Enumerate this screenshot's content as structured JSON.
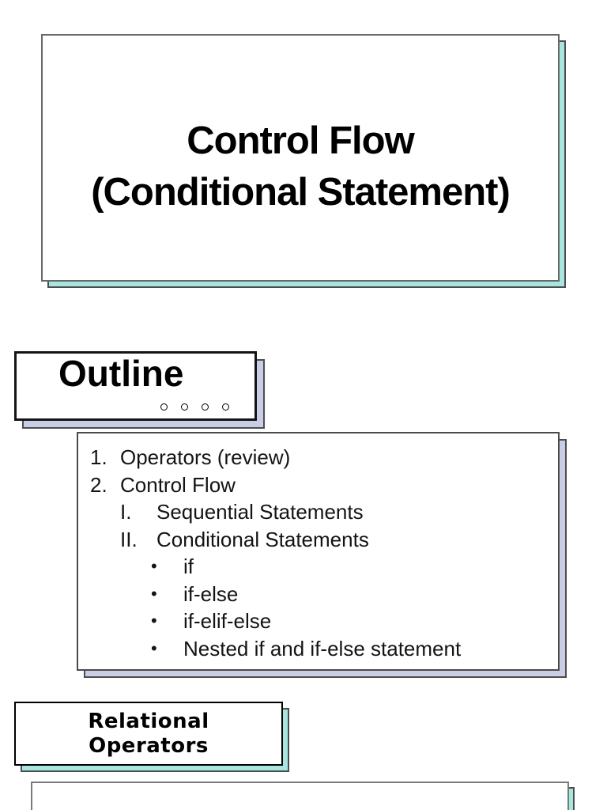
{
  "title_slide": {
    "line1": "Control Flow",
    "line2": "(Conditional Statement)"
  },
  "outline_header": {
    "title": "Outline",
    "decoration_circle_count": 4
  },
  "outline_content": {
    "items": [
      {
        "marker": "1.",
        "text": "Operators (review)",
        "level": 1
      },
      {
        "marker": "2.",
        "text": "Control Flow",
        "level": 1
      },
      {
        "marker": "I.",
        "text": "Sequential Statements",
        "level": 2
      },
      {
        "marker": "II.",
        "text": "Conditional Statements",
        "level": 2
      },
      {
        "marker": "•",
        "text": "if",
        "level": 3
      },
      {
        "marker": "•",
        "text": "if-else",
        "level": 3
      },
      {
        "marker": "•",
        "text": "if-elif-else",
        "level": 3
      },
      {
        "marker": "•",
        "text": "Nested if and if-else statement",
        "level": 3
      }
    ]
  },
  "relational_header": {
    "line1": "Relational",
    "line2": "Operators"
  },
  "bottom_slide": {
    "content": ""
  },
  "colors": {
    "background": "#ffffff",
    "text": "#000000",
    "teal_shadow": "#a7e6de",
    "lavender_shadow": "#c9cde6",
    "gray_border": "#686868",
    "dark_border": "#141414"
  }
}
